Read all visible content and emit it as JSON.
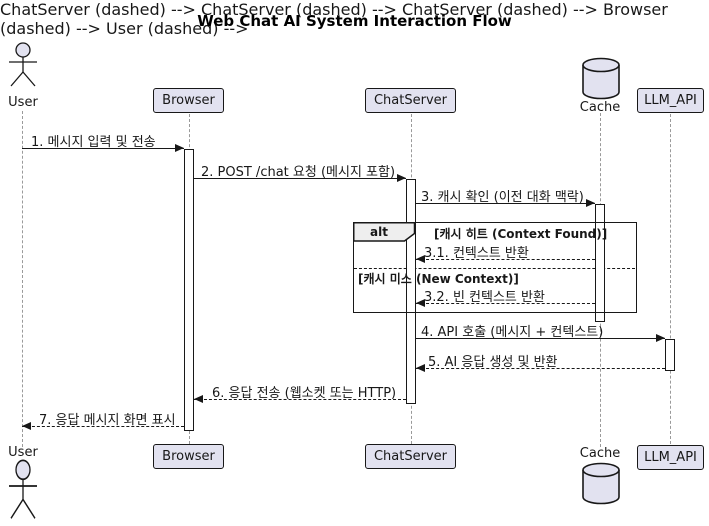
{
  "diagram_type": "uml-sequence",
  "title": "Web Chat AI System Interaction Flow",
  "colors": {
    "participant_fill": "#E2E2F0",
    "border": "#181818",
    "frame_label_fill": "#EEEEEE",
    "lifeline": "#9A9A9A",
    "background": "#FFFFFF"
  },
  "participants": {
    "user": {
      "label": "User",
      "type": "actor"
    },
    "browser": {
      "label": "Browser",
      "type": "participant"
    },
    "chatserver": {
      "label": "ChatServer",
      "type": "participant"
    },
    "cache": {
      "label": "Cache",
      "type": "database"
    },
    "llm_api": {
      "label": "LLM_API",
      "type": "participant"
    }
  },
  "messages": [
    {
      "text": "1. 메시지 입력 및 전송",
      "from": "User",
      "to": "Browser",
      "style": "solid"
    },
    {
      "text": "2. POST /chat 요청 (메시지 포함)",
      "from": "Browser",
      "to": "ChatServer",
      "style": "solid"
    },
    {
      "text": "3. 캐시 확인 (이전 대화 맥락)",
      "from": "ChatServer",
      "to": "Cache",
      "style": "solid"
    },
    {
      "text": "3.1. 컨텍스트 반환",
      "from": "Cache",
      "to": "ChatServer",
      "style": "dashed"
    },
    {
      "text": "3.2. 빈 컨텍스트 반환",
      "from": "Cache",
      "to": "ChatServer",
      "style": "dashed"
    },
    {
      "text": "4. API 호출 (메시지 + 컨텍스트)",
      "from": "ChatServer",
      "to": "LLM_API",
      "style": "solid"
    },
    {
      "text": "5. AI 응답 생성 및 반환",
      "from": "LLM_API",
      "to": "ChatServer",
      "style": "dashed"
    },
    {
      "text": "6. 응답 전송 (웹소켓 또는 HTTP)",
      "from": "ChatServer",
      "to": "Browser",
      "style": "dashed"
    },
    {
      "text": "7. 응답 메시지 화면 표시",
      "from": "Browser",
      "to": "User",
      "style": "dashed"
    }
  ],
  "alt_frame": {
    "operator": "alt",
    "conditions": [
      "[캐시 히트 (Context Found)]",
      "[캐시 미스 (New Context)]"
    ]
  }
}
